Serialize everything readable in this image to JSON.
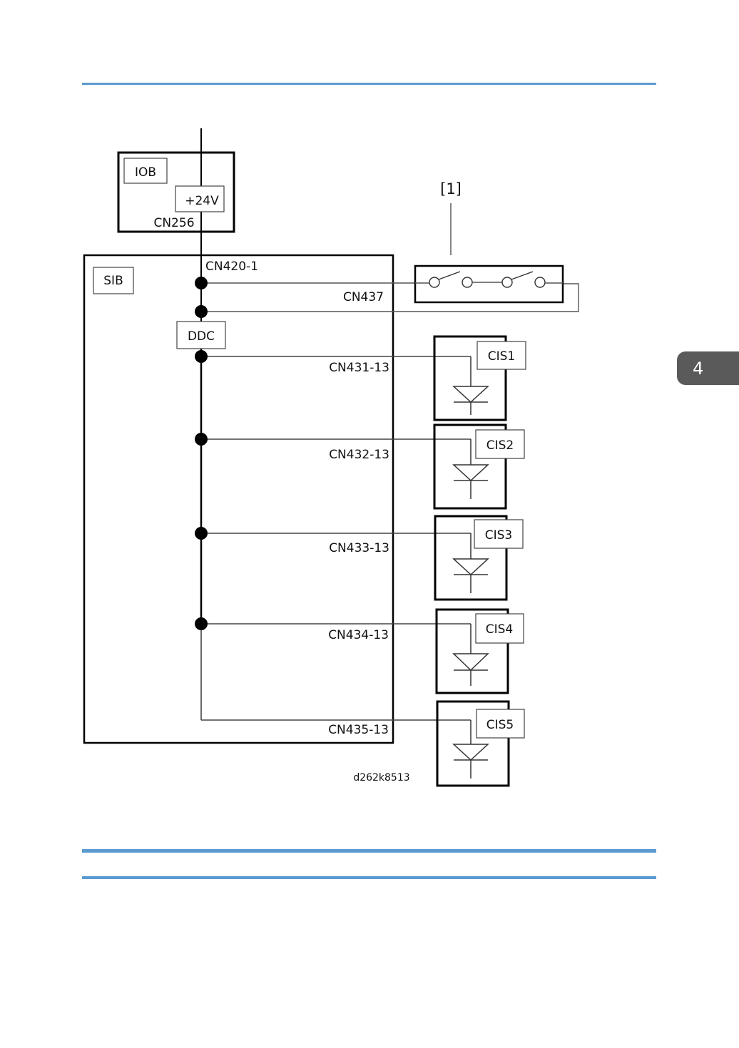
{
  "chapter_tab": "4",
  "diagram": {
    "iob_label": "IOB",
    "v24_label": "+24V",
    "cn256_label": "CN256",
    "sib_label": "SIB",
    "cn420_label": "CN420-1",
    "cn437_label": "CN437",
    "ddc_label": "DDC",
    "switch_callout": "[1]",
    "figure_ref": "d262k8513",
    "cis_units": [
      {
        "connector": "CN431-13",
        "label": "CIS1"
      },
      {
        "connector": "CN432-13",
        "label": "CIS2"
      },
      {
        "connector": "CN433-13",
        "label": "CIS3"
      },
      {
        "connector": "CN434-13",
        "label": "CIS4"
      },
      {
        "connector": "CN435-13",
        "label": "CIS5"
      }
    ]
  }
}
